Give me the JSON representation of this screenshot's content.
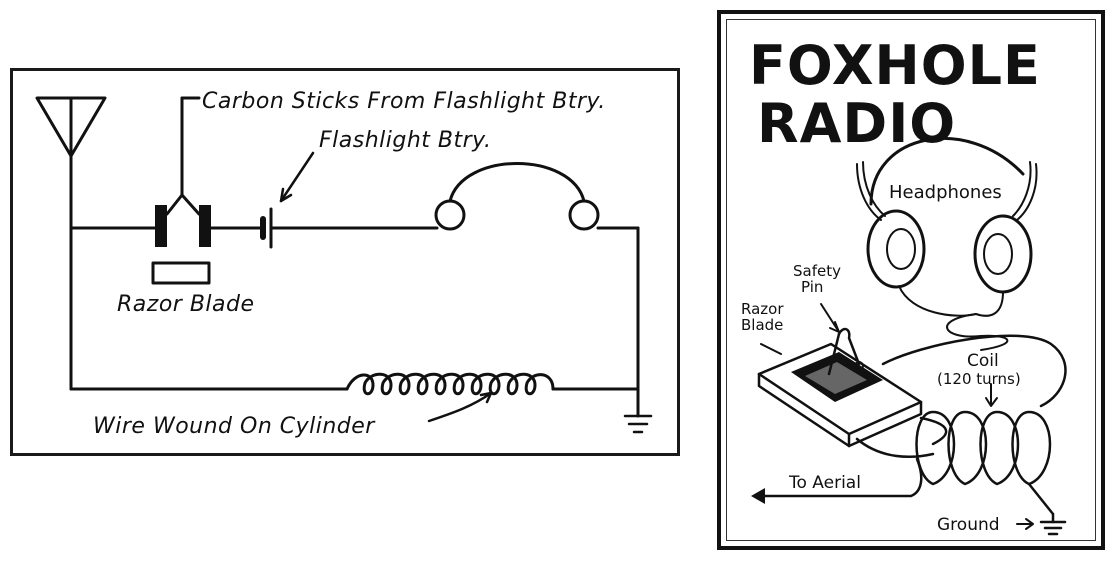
{
  "schematic": {
    "labels": {
      "carbon_sticks": "Carbon Sticks From Flashlight Btry.",
      "flashlight_battery": "Flashlight Btry.",
      "razor_blade": "Razor Blade",
      "wire_wound": "Wire Wound On Cylinder"
    }
  },
  "poster": {
    "title_line1": "FOXHOLE",
    "title_line2": "RADIO",
    "labels": {
      "headphones": "Headphones",
      "safety_pin_line1": "Safety",
      "safety_pin_line2": "Pin",
      "razor_blade_line1": "Razor",
      "razor_blade_line2": "Blade",
      "coil": "Coil",
      "coil_turns": "(120 turns)",
      "to_aerial": "To Aerial",
      "ground": "Ground"
    }
  }
}
